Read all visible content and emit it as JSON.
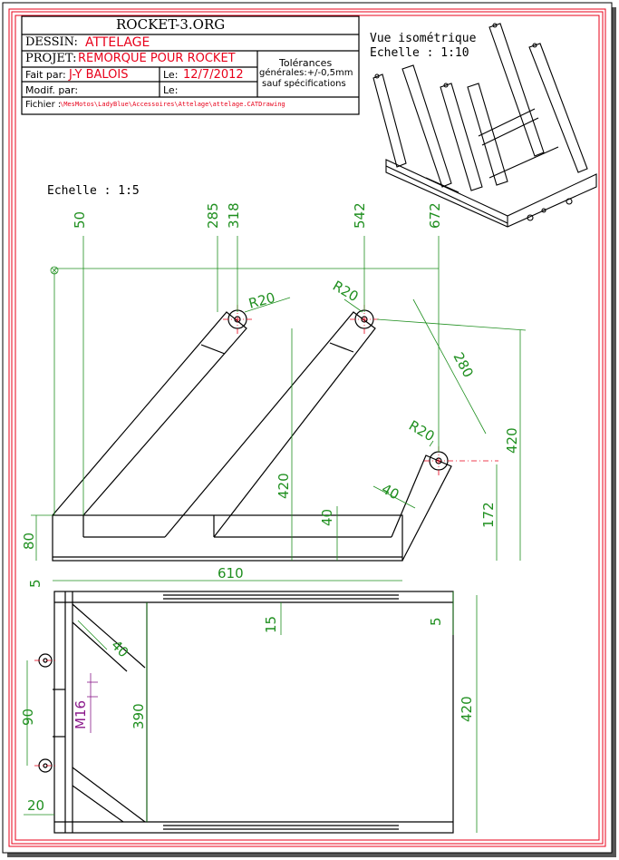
{
  "title_block": {
    "company": "ROCKET-3.ORG",
    "dessin_label": "DESSIN:",
    "dessin_value": "ATTELAGE",
    "projet_label": "PROJET:",
    "projet_value": "REMORQUE POUR ROCKET",
    "fait_label": "Fait par:",
    "fait_value": "J-Y BALOIS",
    "le_label": "Le:",
    "le_value": "12/7/2012",
    "modif_label": "Modif. par:",
    "le2_label": "Le:",
    "tol_line1": "Tolérances",
    "tol_line2": "générales:+/-0,5mm",
    "tol_line3": "sauf spécifications",
    "fichier_label": "Fichier :",
    "fichier_value": "\\MesMotos\\LadyBlue\\Accessoires\\Attelage\\attelage.CATDrawing"
  },
  "iso_view": {
    "title": "Vue isométrique",
    "scale": "Echelle :  1:10"
  },
  "main_view": {
    "scale": "Echelle :  1:5"
  },
  "dimensions": {
    "d50": "50",
    "d285": "285",
    "d318": "318",
    "d542": "542",
    "d672": "672",
    "r1": "R20",
    "r2": "R20",
    "r3": "R20",
    "d280": "280",
    "d420a": "420",
    "d420b": "420",
    "d40a": "40",
    "d40b": "40",
    "d172": "172",
    "d80": "80",
    "d5a": "5",
    "d610": "610",
    "d15": "15",
    "d5b": "5",
    "d40c": "40",
    "d90": "90",
    "m16": "M16",
    "d390": "390",
    "d420c": "420",
    "d20": "20"
  },
  "colors": {
    "border": "#e8001a",
    "dimension": "#1f8f1f",
    "thread": "#8b1a8b",
    "centerline": "#e8001a",
    "geometry": "#000000"
  }
}
